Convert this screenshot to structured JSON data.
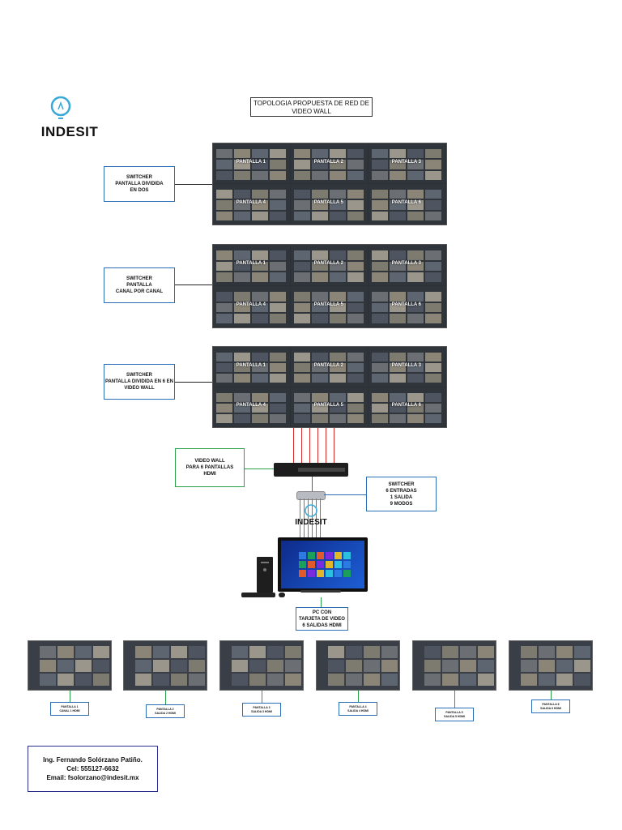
{
  "brand": {
    "name": "INDESIT"
  },
  "title": {
    "line1": "TOPOLOGIA PROPUESTA DE RED DE",
    "line2": "VIDEO WALL"
  },
  "walls": [
    {
      "label": [
        "SWITCHER",
        "PANTALLA DIVIDIDA",
        "EN DOS"
      ],
      "panes": [
        "PANTALLA 1",
        "PANTALLA 2",
        "PANTALLA 3",
        "PANTALLA 4",
        "PANTALLA 5",
        "PANTALLA 6"
      ]
    },
    {
      "label": [
        "SWITCHER",
        "PANTALLA",
        "CANAL POR CANAL"
      ],
      "panes": [
        "PANTALLA 1",
        "PANTALLA 2",
        "PANTALLA 3",
        "PANTALLA 4",
        "PANTALLA 5",
        "PANTALLA 6"
      ]
    },
    {
      "label": [
        "SWITCHER",
        "PANTALLA DIVIDIDA EN 6 EN",
        "VIDEO WALL"
      ],
      "panes": [
        "PANTALLA 1",
        "PANTALLA 2",
        "PANTALLA 3",
        "PANTALLA 4",
        "PANTALLA 5",
        "PANTALLA 6"
      ]
    }
  ],
  "video_wall_box": [
    "VIDEO WALL",
    "PARA 6 PANTALLAS",
    "HDMI"
  ],
  "switcher_box": [
    "SWITCHER",
    "6 ENTRADAS",
    "1 SALIDA",
    "9 MODOS"
  ],
  "pc_box": [
    "PC CON",
    "TARJETA DE VIDEO",
    "6 SALIDAS HDMI"
  ],
  "outputs": [
    [
      "PANTALLA 1",
      "CANAL 1 HDMI"
    ],
    [
      "PANTALLA 2",
      "SALIDA 2 HDMI"
    ],
    [
      "PANTALLA 3",
      "SALIDA 3 HDMI"
    ],
    [
      "PANTALLA 4",
      "SALIDA 4 HDMI"
    ],
    [
      "PANTALLA 5",
      "SALIDA 5 HDMI"
    ],
    [
      "PANTALLA 6",
      "SALIDA 6 HDMI"
    ]
  ],
  "contact": {
    "name": "Ing. Fernando Solórzano Patiño.",
    "phone": "Cel: 555127-6632",
    "email": "Email: fsolorzano@indesit.mx"
  },
  "colors": {
    "link_red": "#d92b2b",
    "link_blue": "#2a6fb5",
    "link_green": "#2aa04a",
    "logo_blue": "#39a9d8"
  }
}
